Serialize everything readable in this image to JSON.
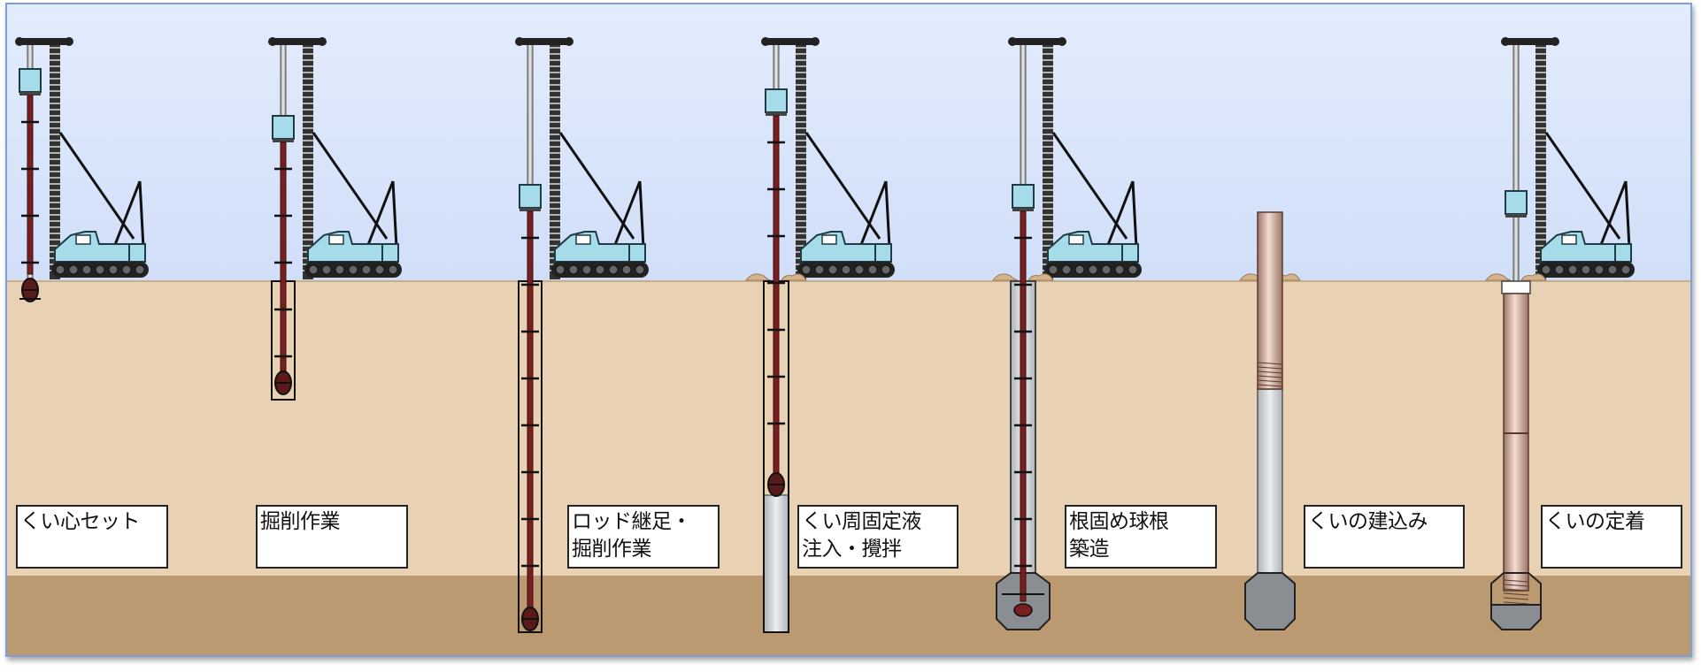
{
  "steps": [
    {
      "label": "くい心セット"
    },
    {
      "label": "掘削作業"
    },
    {
      "label": "ロッド継足・\n掘削作業"
    },
    {
      "label": "くい周固定液\n注入・攪拌"
    },
    {
      "label": "根固め球根\n築造"
    },
    {
      "label": "くいの建込み"
    },
    {
      "label": "くいの定着"
    }
  ],
  "colors": {
    "sky_top": "#dfe9fb",
    "sky_bottom": "#b8cdf5",
    "ground_upper": "#e9d2b3",
    "ground_lower": "#bb9a72",
    "machine": "#a6dcea",
    "rod": "#7a1f1f",
    "pile": "#c9a392",
    "grout": "#d8d8d8",
    "frame_border": "#7f9fd8"
  },
  "icons": [
    "pile-driver-rig",
    "auger-head",
    "pile",
    "bulb-base"
  ]
}
